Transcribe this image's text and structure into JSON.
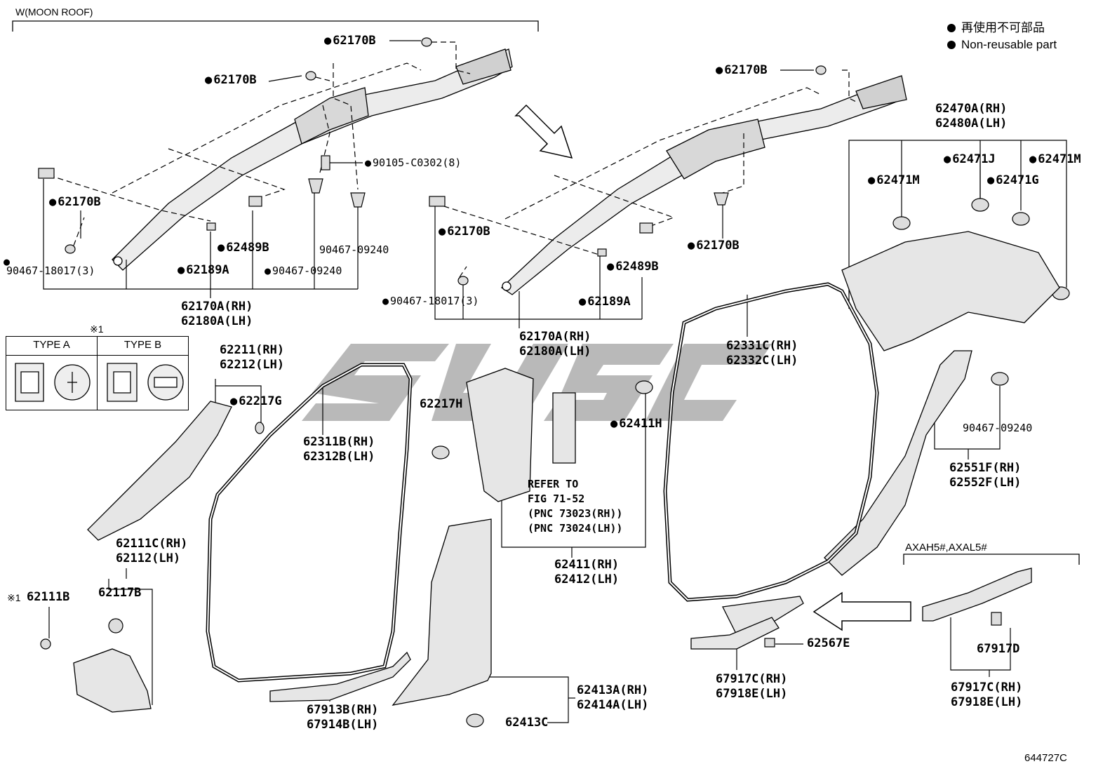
{
  "header": {
    "moon_roof": "W(MOON ROOF)",
    "legend_jp": "再使用不可部品",
    "legend_en": "Non-reusable part",
    "note_mark": "※1",
    "axah": "AXAH5#,AXAL5#"
  },
  "type_box": {
    "a": "TYPE A",
    "b": "TYPE B"
  },
  "refer": {
    "line1": "REFER TO",
    "line2": "FIG 71-52",
    "line3": "(PNC 73023(RH))",
    "line4": "(PNC 73024(LH))"
  },
  "parts": {
    "p62170B": "62170B",
    "p90105": "90105-C0302(8)",
    "p90467_18017": "90467-18017(3)",
    "p90467_09240": "90467-09240",
    "p62489B": "62489B",
    "p62189A": "62189A",
    "p62170A": "62170A(RH)",
    "p62180A": "62180A(LH)",
    "p62470A": "62470A(RH)",
    "p62480A": "62480A(LH)",
    "p62471J": "62471J",
    "p62471M": "62471M",
    "p62471G": "62471G",
    "p62211": "62211(RH)",
    "p62212": "62212(LH)",
    "p62217G": "62217G",
    "p62217H": "62217H",
    "p62411H": "62411H",
    "p62311B": "62311B(RH)",
    "p62312B": "62312B(LH)",
    "p62331C": "62331C(RH)",
    "p62332C": "62332C(LH)",
    "p62551F": "62551F(RH)",
    "p62552F": "62552F(LH)",
    "p62111C": "62111C(RH)",
    "p62112": "62112(LH)",
    "p62111B": "62111B",
    "p62117B": "62117B",
    "p62411": "62411(RH)",
    "p62412": "62412(LH)",
    "p62413A": "62413A(RH)",
    "p62414A": "62414A(LH)",
    "p62413C": "62413C",
    "p67913B": "67913B(RH)",
    "p67914B": "67914B(LH)",
    "p62567E": "62567E",
    "p67917C": "67917C(RH)",
    "p67918E": "67918E(LH)",
    "p67917D": "67917D"
  },
  "figure_id": "644727C",
  "colors": {
    "line": "#000000",
    "part_fill": "#e6e6e6",
    "watermark": "#808080"
  }
}
